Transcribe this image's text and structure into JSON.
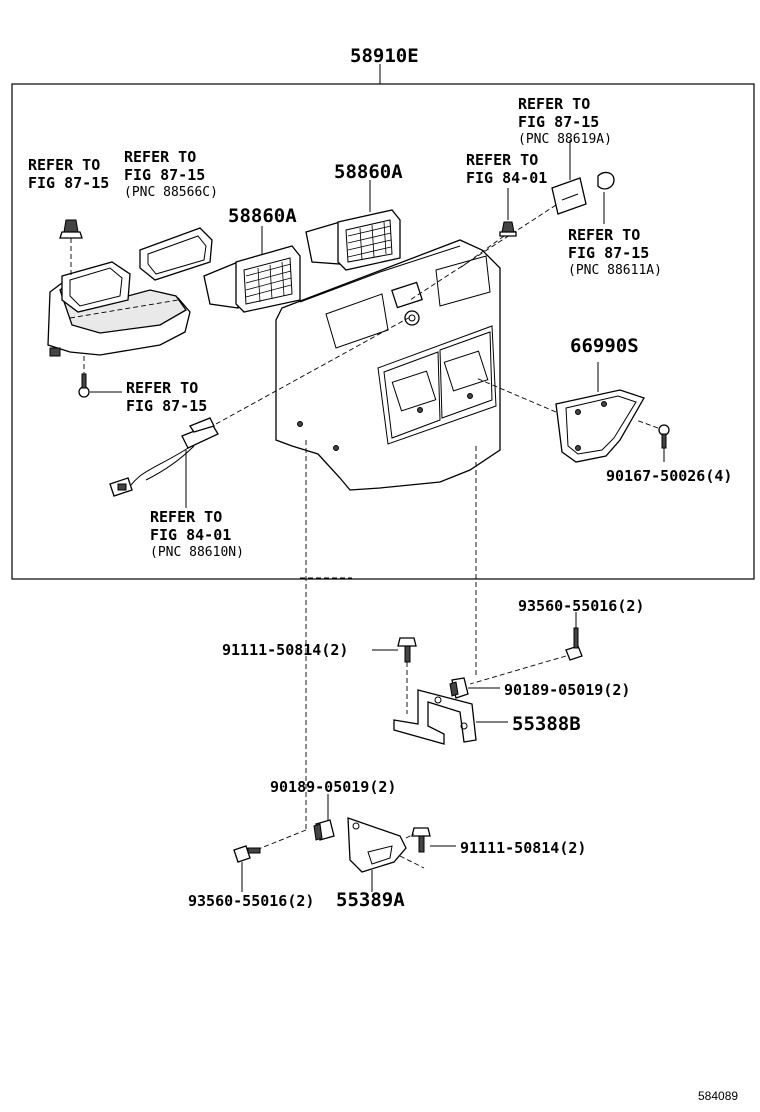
{
  "labels": {
    "main_assy": "58910E",
    "r1_l1": "REFER TO",
    "r1_l2": "FIG 87-15",
    "r2_l1": "REFER TO",
    "r2_l2": "FIG 87-15",
    "r2_l3": "(PNC 88566C)",
    "vent_a": "58860A",
    "vent_b": "58860A",
    "r3_l1": "REFER TO",
    "r3_l2": "FIG 84-01",
    "r4_l1": "REFER TO",
    "r4_l2": "FIG 87-15",
    "r4_l3": "(PNC 88619A)",
    "r5_l1": "REFER TO",
    "r5_l2": "FIG 87-15",
    "r5_l3": "(PNC 88611A)",
    "r6_l1": "REFER TO",
    "r6_l2": "FIG 87-15",
    "cover": "66990S",
    "screw_cover": "90167-50026(4)",
    "r7_l1": "REFER TO",
    "r7_l2": "FIG 84-01",
    "r7_l3": "(PNC 88610N)",
    "bolt_a": "93560-55016(2)",
    "bolt_b": "91111-50814(2)",
    "clip_a": "90189-05019(2)",
    "bracket_a": "55388B",
    "clip_b": "90189-05019(2)",
    "bolt_c": "91111-50814(2)",
    "bolt_d": "93560-55016(2)",
    "bracket_b": "55389A",
    "footer_id": "584089"
  }
}
